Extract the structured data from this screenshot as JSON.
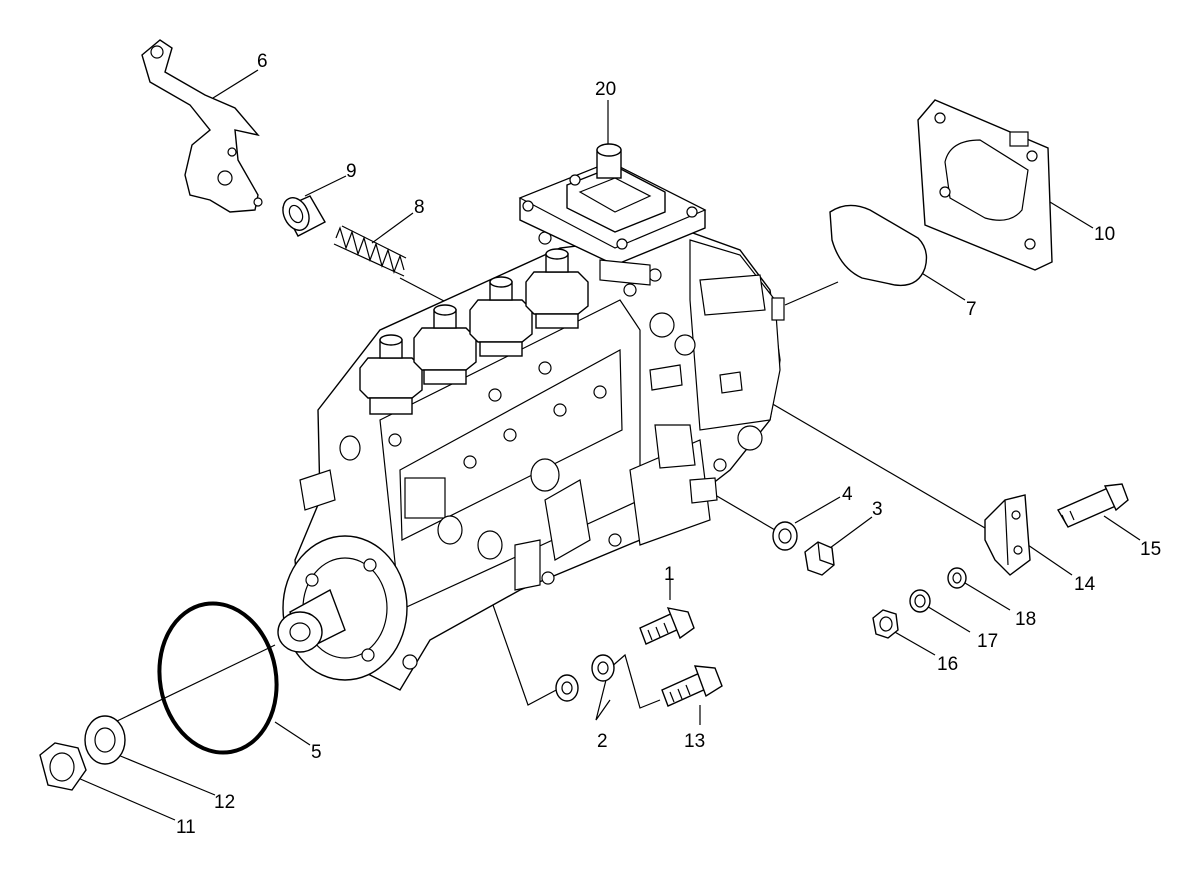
{
  "labels": [
    {
      "id": "1",
      "text": "1"
    },
    {
      "id": "2",
      "text": "2"
    },
    {
      "id": "3",
      "text": "3"
    },
    {
      "id": "4",
      "text": "4"
    },
    {
      "id": "5",
      "text": "5"
    },
    {
      "id": "6",
      "text": "6"
    },
    {
      "id": "7",
      "text": "7"
    },
    {
      "id": "8",
      "text": "8"
    },
    {
      "id": "9",
      "text": "9"
    },
    {
      "id": "10",
      "text": "10"
    },
    {
      "id": "11",
      "text": "11"
    },
    {
      "id": "12",
      "text": "12"
    },
    {
      "id": "13",
      "text": "13"
    },
    {
      "id": "14",
      "text": "14"
    },
    {
      "id": "15",
      "text": "15"
    },
    {
      "id": "16",
      "text": "16"
    },
    {
      "id": "17",
      "text": "17"
    },
    {
      "id": "18",
      "text": "18"
    },
    {
      "id": "20",
      "text": "20"
    }
  ]
}
